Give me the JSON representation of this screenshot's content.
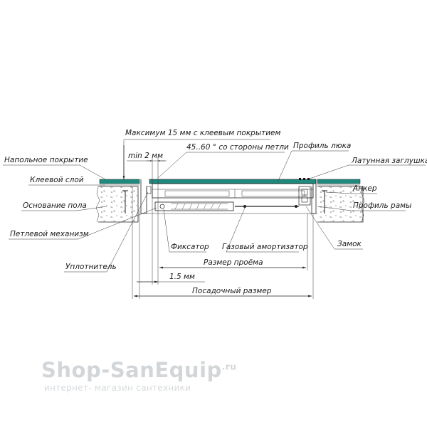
{
  "labels": {
    "max_15mm": "Максимум 15 мм с клеевым покрытием",
    "min_2mm": "min 2 мм",
    "angle": "45..60 ° со стороны петли",
    "hatch_profile": "Профиль люка",
    "floor_cover": "Напольное покрытие",
    "brass_plug": "Латунная заглушка",
    "glue_layer": "Клеевой слой",
    "anchor": "Анкер",
    "floor_base": "Основание пола",
    "frame_profile": "Профиль рамы",
    "hinge": "Петлевой механизм",
    "lock": "Замок",
    "fixator": "Фиксатор",
    "gas_spring": "Газовый амортизатор",
    "seal": "Уплотнитель",
    "opening_size": "Размер проёма",
    "dim_1_5": "1.5 мм",
    "fit_size": "Посадочный размер"
  },
  "brand": {
    "name": "Shop-SanEquip",
    "tld": ".ru",
    "tagline": "интернет- магазин сантехники"
  },
  "colors": {
    "lid_fill": "#1e8a7e",
    "line": "#222222",
    "watermark": "#d3d6d9"
  }
}
